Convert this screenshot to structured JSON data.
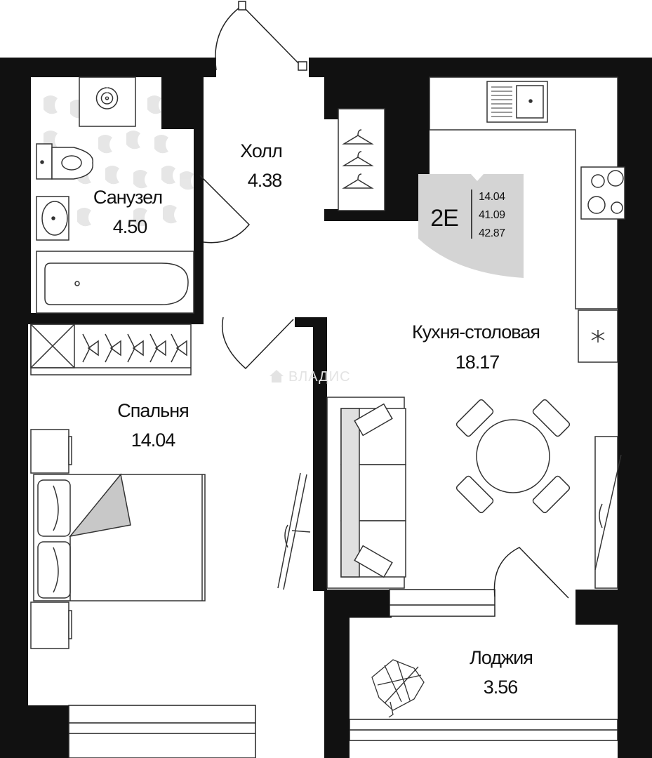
{
  "rooms": {
    "hall": {
      "name": "Холл",
      "area": "4.38"
    },
    "bathroom": {
      "name": "Санузел",
      "area": "4.50"
    },
    "kitchen": {
      "name": "Кухня-столовая",
      "area": "18.17"
    },
    "bedroom": {
      "name": "Спальня",
      "area": "14.04"
    },
    "loggia": {
      "name": "Лоджия",
      "area": "3.56"
    }
  },
  "badge": {
    "code": "2E",
    "values": [
      "14.04",
      "41.09",
      "42.87"
    ]
  },
  "watermark": {
    "text": "ВЛАДИС"
  },
  "colors": {
    "wall": "#111111",
    "fixture_line": "#555555",
    "accent_gray": "#c8c8c8"
  }
}
